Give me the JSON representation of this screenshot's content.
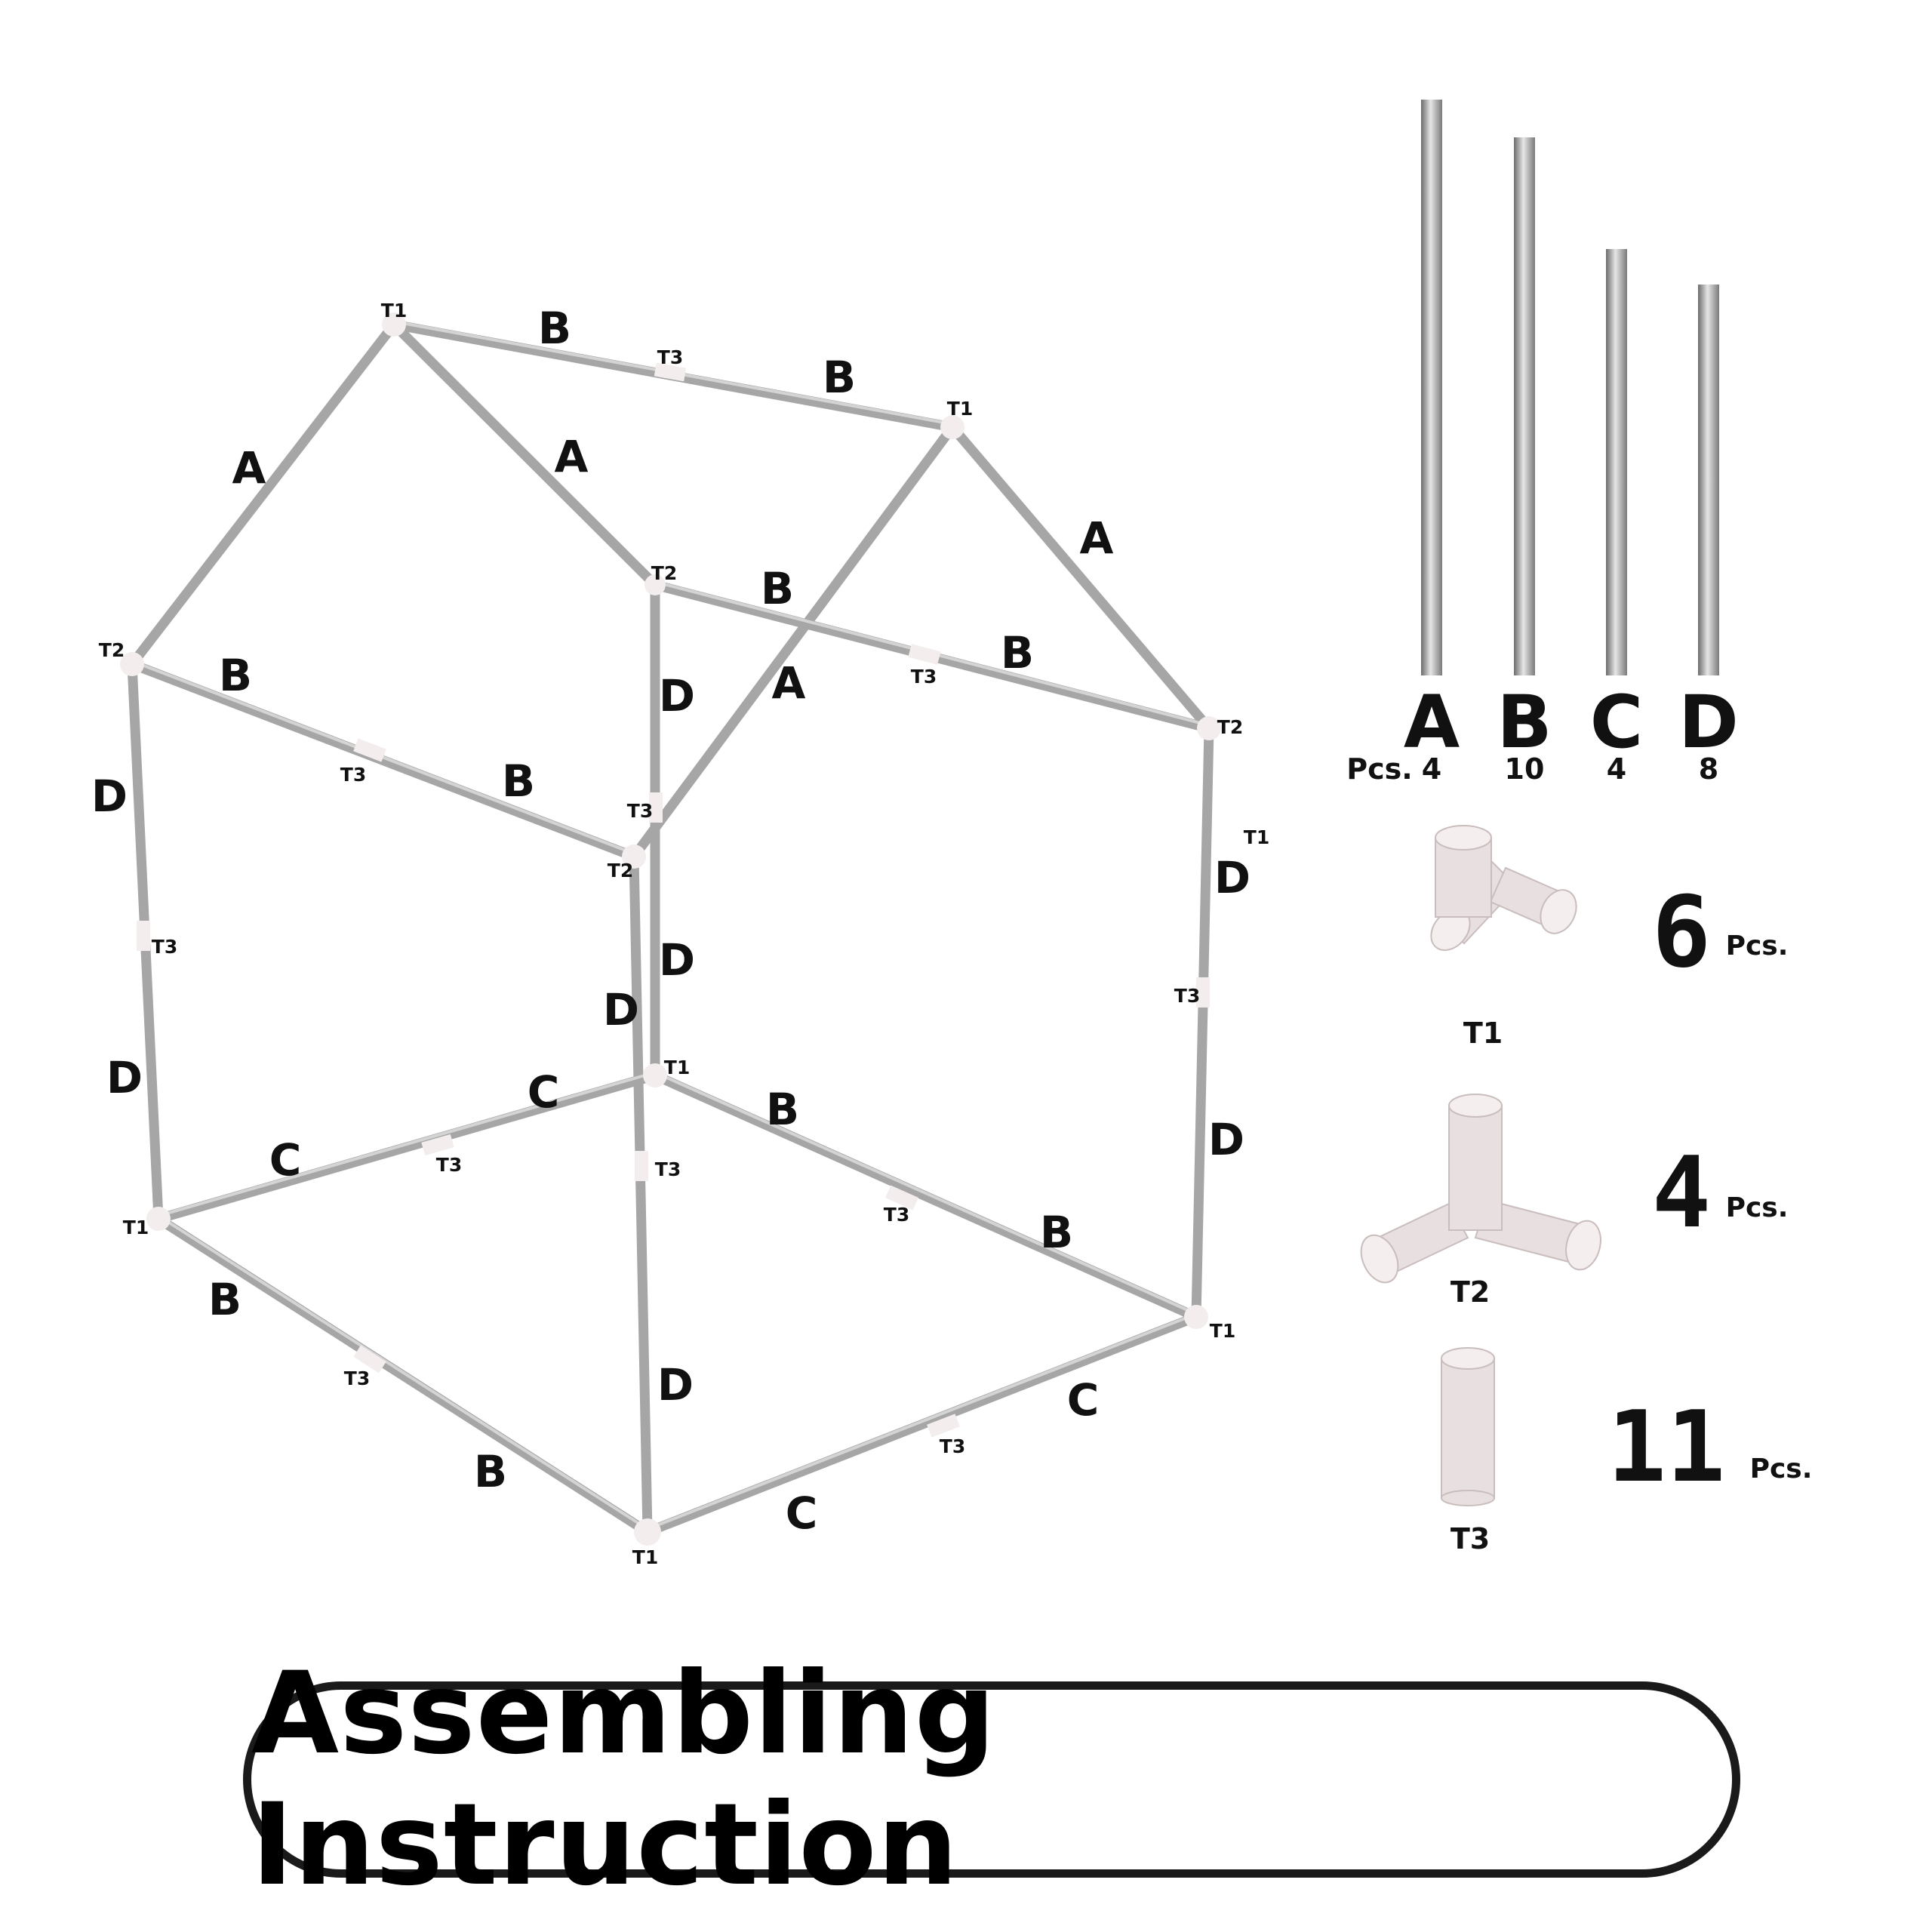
{
  "title": "Assembling Instruction",
  "pipe_parts": {
    "pcs_label": "Pcs.",
    "items": [
      {
        "letter": "A",
        "qty": "4"
      },
      {
        "letter": "B",
        "qty": "10"
      },
      {
        "letter": "C",
        "qty": "4"
      },
      {
        "letter": "D",
        "qty": "8"
      }
    ]
  },
  "connectors": [
    {
      "name": "T1",
      "count": "6",
      "pcs": "Pcs."
    },
    {
      "name": "T2",
      "count": "4",
      "pcs": "Pcs."
    },
    {
      "name": "T3",
      "count": "11",
      "pcs": "Pcs."
    }
  ],
  "frame_labels": {
    "roof": [
      "B",
      "B",
      "A",
      "A",
      "A",
      "A",
      "B",
      "B"
    ],
    "front": [
      "B",
      "B",
      "D",
      "D",
      "D",
      "D"
    ],
    "right": [
      "D",
      "D",
      "D"
    ],
    "base": [
      "C",
      "C",
      "B",
      "B",
      "B",
      "B",
      "C",
      "C",
      "D"
    ],
    "joints": [
      "T1",
      "T1",
      "T2",
      "T2",
      "T2",
      "T2",
      "T1",
      "T1",
      "T1",
      "T1",
      "T1"
    ],
    "t3": [
      "T3",
      "T3",
      "T3",
      "T3",
      "T3",
      "T3",
      "T3",
      "T3",
      "T3",
      "T3",
      "T3"
    ]
  },
  "colors": {
    "pipe": "#a6a6a6",
    "joint": "#f3eded",
    "text": "#111111",
    "border": "#1a1a1a"
  }
}
